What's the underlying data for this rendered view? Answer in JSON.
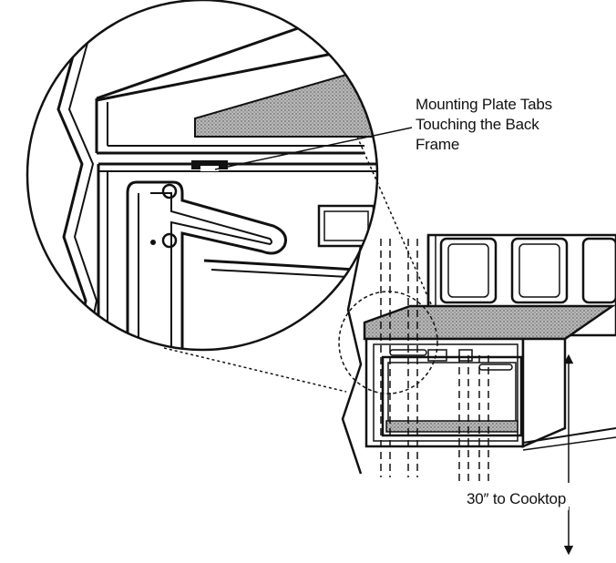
{
  "callout": {
    "lines": [
      "Mounting Plate Tabs",
      "Touching the Back",
      "Frame"
    ]
  },
  "dimension": {
    "label": "30″ to Cooktop"
  }
}
